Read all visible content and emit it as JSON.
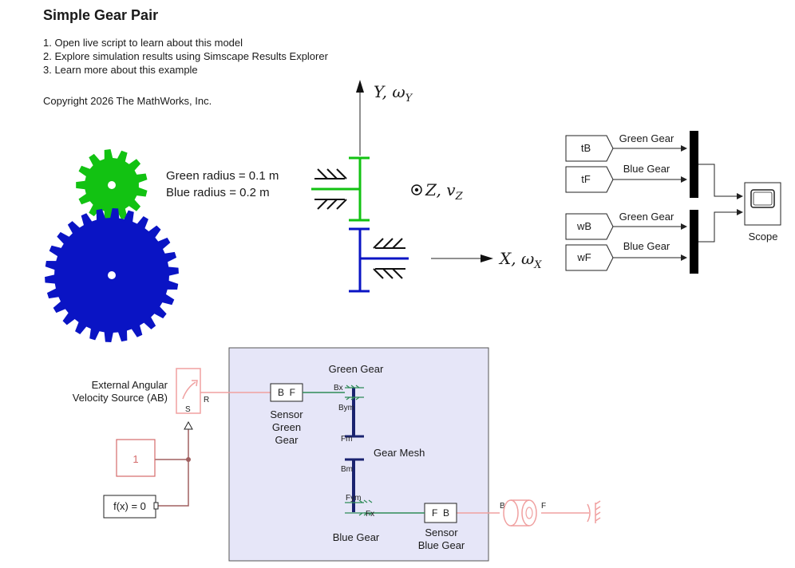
{
  "title": "Simple Gear Pair",
  "steps": [
    "1. Open live script to learn about this model",
    "2. Explore simulation results using Simscape Results Explorer",
    "3. Learn more about this example"
  ],
  "copyright": "Copyright 2026 The MathWorks, Inc.",
  "radius": {
    "green": "Green radius = 0.1 m",
    "blue": "Blue radius = 0.2 m"
  },
  "axes": {
    "y": "Y, ω",
    "y_sub": "Y",
    "z": "Z, v",
    "z_sub": "Z",
    "x": "X, ω",
    "x_sub": "X"
  },
  "scope_area": {
    "inputs": [
      "tB",
      "tF",
      "wB",
      "wF"
    ],
    "signal_green": "Green Gear",
    "signal_blue": "Blue Gear",
    "scope_label": "Scope"
  },
  "model": {
    "subsystem_top_label": "Green Gear",
    "subsystem_bottom_label": "Blue Gear",
    "gear_mesh_label": "Gear Mesh",
    "source_label_1": "External Angular",
    "source_label_2": "Velocity Source (AB)",
    "source_port_r": "R",
    "source_port_s": "S",
    "constant_value": "1",
    "solver_label": "f(x) = 0",
    "sensor_green_ports": "B  F",
    "sensor_green_label": [
      "Sensor",
      "Green",
      "Gear"
    ],
    "sensor_blue_ports": "F  B",
    "sensor_blue_label": [
      "Sensor",
      "Blue Gear"
    ],
    "port_bx": "Bx",
    "port_bym": "Bym",
    "port_fm": "Fm",
    "port_bm": "Bm",
    "port_fym": "Fym",
    "port_fx": "Fx",
    "inertia_port_b": "B",
    "inertia_port_f": "F"
  },
  "colors": {
    "green_gear": "#12c212",
    "blue_gear": "#0a14c4",
    "subsystem_fill": "#e6e6f8",
    "physical_line_red": "#f0a0a0",
    "rotational_line_green": "#2e8b57",
    "shaft_dark_blue": "#1a2370"
  }
}
